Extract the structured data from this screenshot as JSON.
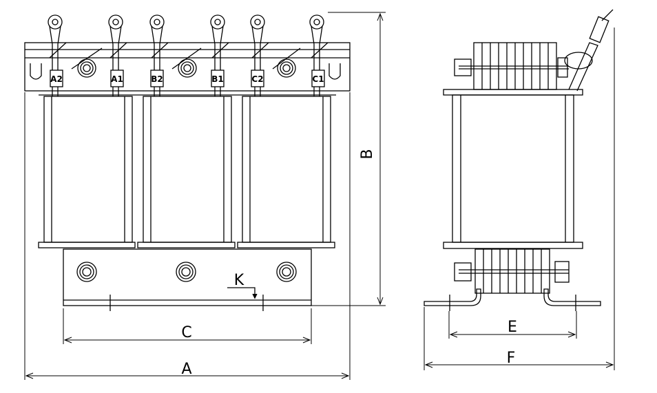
{
  "terminals": [
    "A2",
    "A1",
    "B2",
    "B1",
    "C2",
    "C1"
  ],
  "dimensions": {
    "A": "A",
    "B": "B",
    "C": "C",
    "E": "E",
    "F": "F",
    "K": "K"
  }
}
